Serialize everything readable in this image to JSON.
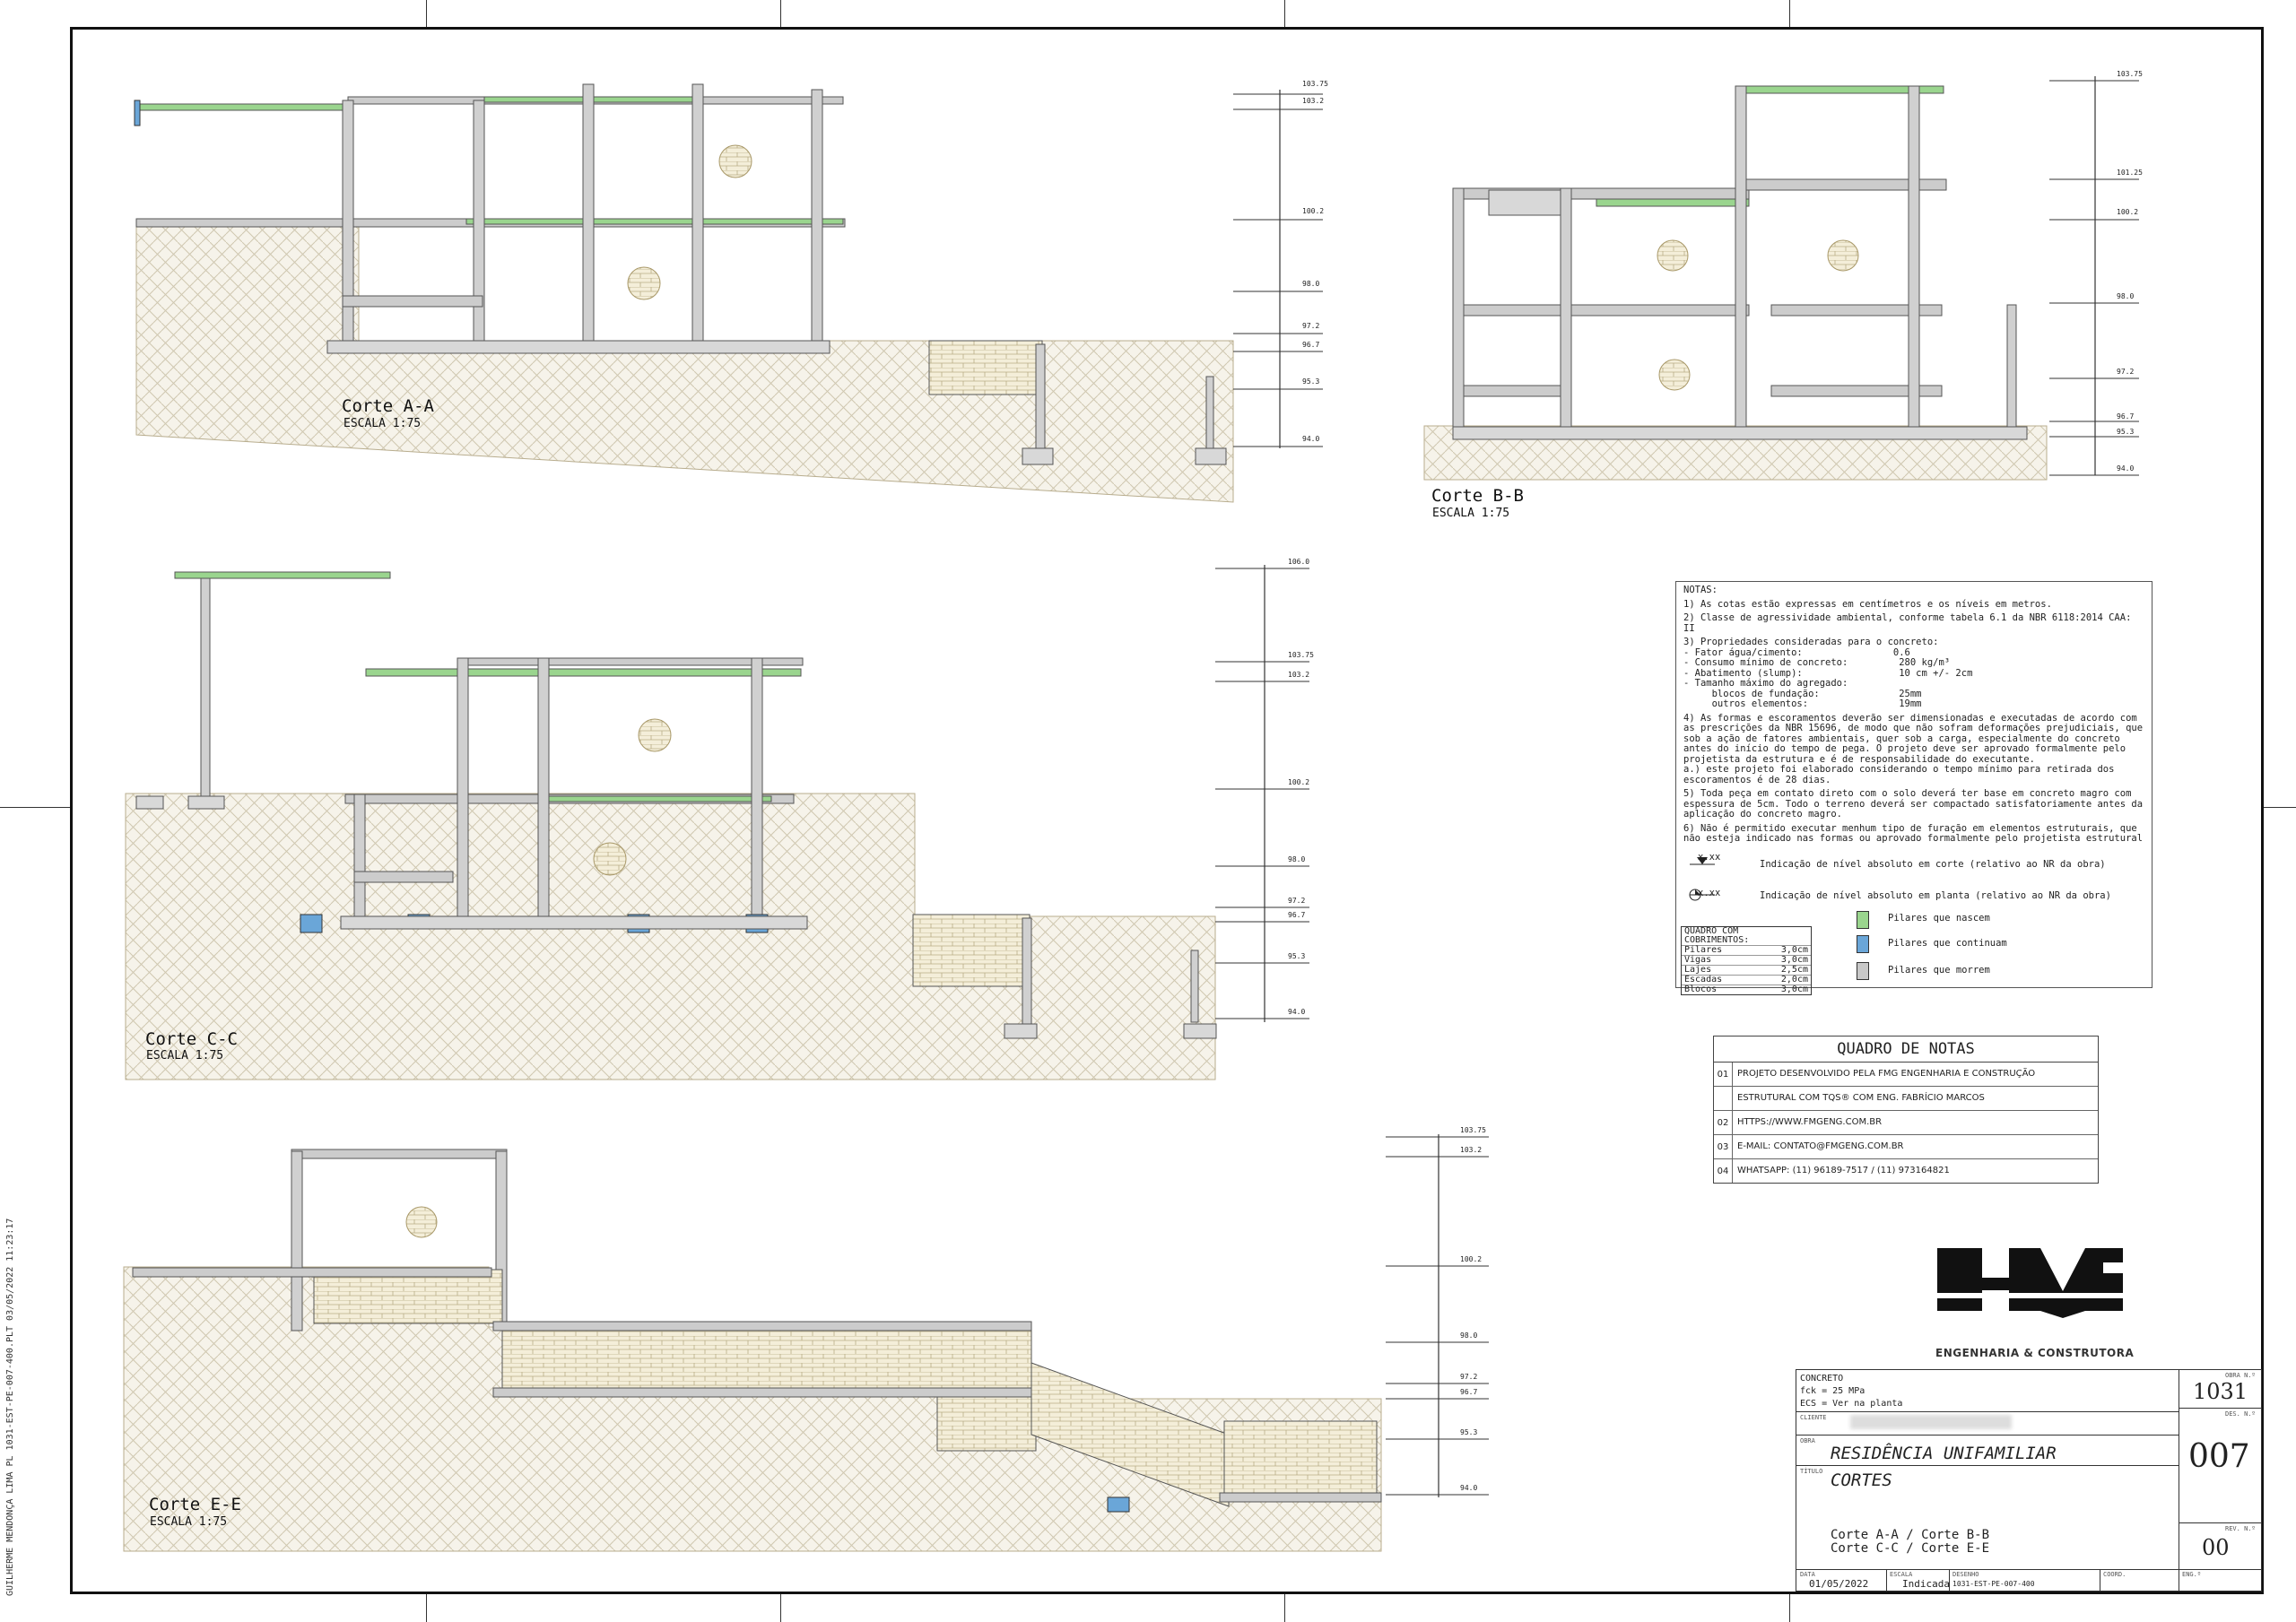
{
  "sheet": {
    "side_stamp": "GUILHERME MENDONÇA LIMA PL 1031-EST-PE-007-400.PLT 03/05/2022 11:23:17"
  },
  "sections": {
    "aa": {
      "title": "Corte A-A",
      "scale": "ESCALA 1:75"
    },
    "bb": {
      "title": "Corte B-B",
      "scale": "ESCALA 1:75"
    },
    "cc": {
      "title": "Corte C-C",
      "scale": "ESCALA 1:75"
    },
    "ee": {
      "title": "Corte E-E",
      "scale": "ESCALA 1:75"
    }
  },
  "notes": {
    "header": "NOTAS:",
    "n1": "1) As cotas estão expressas em centímetros e os níveis em metros.",
    "n2": "2) Classe de agressividade ambiental, conforme tabela 6.1 da NBR 6118:2014 CAA: II",
    "n3": "3) Propriedades consideradas para o concreto:\n- Fator água/cimento:                0.6\n- Consumo mínimo de concreto:         280 kg/m³\n- Abatimento (slump):                 10 cm +/- 2cm\n- Tamanho máximo do agregado:\n     blocos de fundação:              25mm\n     outros elementos:                19mm",
    "n4": "4) As formas e escoramentos deverão ser dimensionadas e executadas de acordo com as prescrições da NBR 15696, de modo que não sofram deformações prejudiciais, que sob a ação de fatores ambientais, quer sob a carga, especialmente do concreto antes do início do tempo de pega. O projeto deve ser aprovado formalmente pelo projetista da estrutura e é de responsabilidade do executante.\na.) este projeto foi elaborado considerando o tempo mínimo para retirada dos escoramentos é de 28 dias.",
    "n5": "5) Toda peça em contato direto com o solo deverá ter base em concreto magro com espessura de 5cm. Todo o terreno deverá ser compactado satisfatoriamente antes da aplicação do concreto magro.",
    "n6": "6) Não é permitido executar menhum tipo de furação em elementos estruturais, que não esteja indicado nas formas ou aprovado formalmente pelo projetista estrutural",
    "level_corte_sym": "x.xx",
    "level_corte_txt": "Indicação de nível absoluto em corte (relativo ao NR da obra)",
    "level_planta_sym": "x.xx",
    "level_planta_txt": "Indicação de nível absoluto em planta (relativo ao NR da obra)",
    "legend_nascem": "Pilares que nascem",
    "legend_continuam": "Pilares que continuam",
    "legend_morrem": "Pilares que morrem",
    "cob_title": "QUADRO COM COBRIMENTOS:",
    "cob_rows": [
      {
        "label": "Pilares",
        "value": "3,0cm"
      },
      {
        "label": "Vigas",
        "value": "3,0cm"
      },
      {
        "label": "Lajes",
        "value": "2,5cm"
      },
      {
        "label": "Escadas",
        "value": "2,0cm"
      },
      {
        "label": "Blocos",
        "value": "3,0cm"
      }
    ]
  },
  "quadro_notas": {
    "title": "QUADRO DE NOTAS",
    "rows": [
      {
        "num": "01",
        "text": "PROJETO DESENVOLVIDO PELA FMG ENGENHARIA E CONSTRUÇÃO"
      },
      {
        "num": "",
        "text": "ESTRUTURAL COM TQS® COM ENG. FABRÍCIO MARCOS"
      },
      {
        "num": "02",
        "text": "HTTPS://WWW.FMGENG.COM.BR"
      },
      {
        "num": "03",
        "text": "E-MAIL: CONTATO@FMGENG.COM.BR"
      },
      {
        "num": "04",
        "text": "WHATSAPP: (11) 96189-7517 / (11) 973164821"
      }
    ]
  },
  "logo": {
    "tagline": "ENGENHARIA & CONSTRUTORA"
  },
  "title_block": {
    "concreto_lbl": "CONCRETO",
    "fck": "fck = 25   MPa",
    "ecs": "ECS = Ver na planta",
    "cliente_lbl": "CLIENTE",
    "obra_lbl": "OBRA",
    "obra": "RESIDÊNCIA UNIFAMILIAR",
    "titulo_lbl": "TÍTULO",
    "titulo": "CORTES",
    "subtitle1": "Corte A-A / Corte B-B",
    "subtitle2": "Corte C-C / Corte E-E",
    "obra_no_lbl": "OBRA N.º",
    "obra_no": "1031",
    "des_no_lbl": "DES. N.º",
    "des_no": "007",
    "rev_lbl": "REV. N.º",
    "rev": "00",
    "data_lbl": "DATA",
    "data": "01/05/2022",
    "escala_lbl": "ESCALA",
    "escala": "Indicada",
    "desenho_lbl": "DESENHO",
    "desenho": "1031-EST-PE-007-400",
    "coord_lbl": "COORD.",
    "eng_lbl": "ENG.º"
  },
  "levels": {
    "aa": [
      "103.75",
      "103.2",
      "100.2",
      "98.0",
      "97.2",
      "96.7",
      "95.3",
      "94.0"
    ],
    "bb": [
      "103.75",
      "101.25",
      "100.2",
      "98.0",
      "97.2",
      "96.7",
      "95.3",
      "94.0"
    ],
    "cc": [
      "106.0",
      "103.75",
      "103.2",
      "100.2",
      "98.0",
      "97.2",
      "96.7",
      "95.3",
      "94.0"
    ],
    "ee": [
      "103.75",
      "103.2",
      "100.2",
      "98.0",
      "97.2",
      "96.7",
      "95.3",
      "94.0"
    ]
  }
}
